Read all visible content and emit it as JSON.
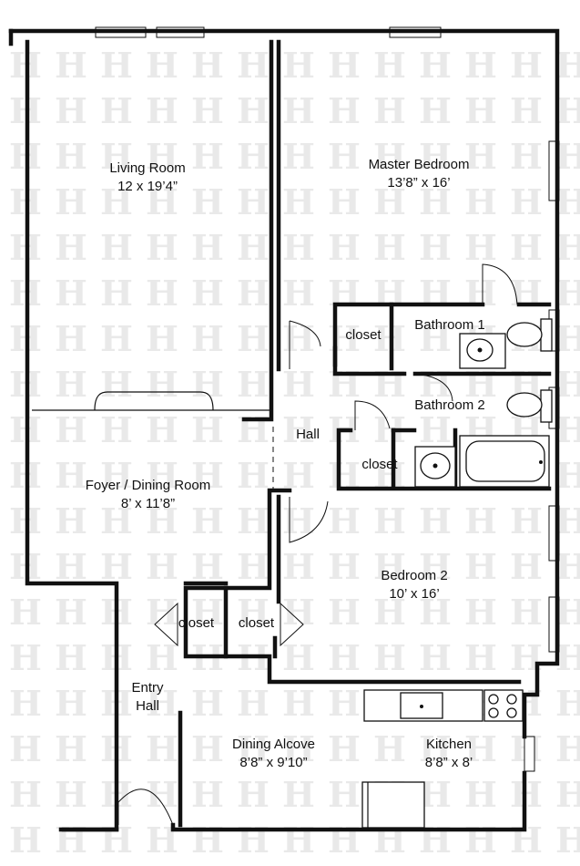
{
  "rooms": {
    "living_room": {
      "name": "Living Room",
      "size": "12 x 19’4”"
    },
    "master_bedroom": {
      "name": "Master Bedroom",
      "size": "13’8” x 16’"
    },
    "bathroom_1": {
      "name": "Bathroom 1"
    },
    "bathroom_2": {
      "name": "Bathroom 2"
    },
    "closet_bath1": {
      "name": "closet"
    },
    "closet_bath2": {
      "name": "closet"
    },
    "hall": {
      "name": "Hall"
    },
    "foyer_dining": {
      "name": "Foyer / Dining Room",
      "size": "8’ x 11’8”"
    },
    "bedroom_2": {
      "name": "Bedroom 2",
      "size": "10’ x 16’"
    },
    "closet_left": {
      "name": "closet"
    },
    "closet_right": {
      "name": "closet"
    },
    "entry_hall": {
      "name": "Entry",
      "name2": "Hall"
    },
    "dining_alcove": {
      "name": "Dining Alcove",
      "size": "8’8” x 9’10”"
    },
    "kitchen": {
      "name": "Kitchen",
      "size": "8’8” x 8’"
    }
  },
  "watermark_glyph": "H",
  "colors": {
    "wall": "#111111",
    "background": "#ffffff",
    "watermark": "#e9e9e9"
  }
}
